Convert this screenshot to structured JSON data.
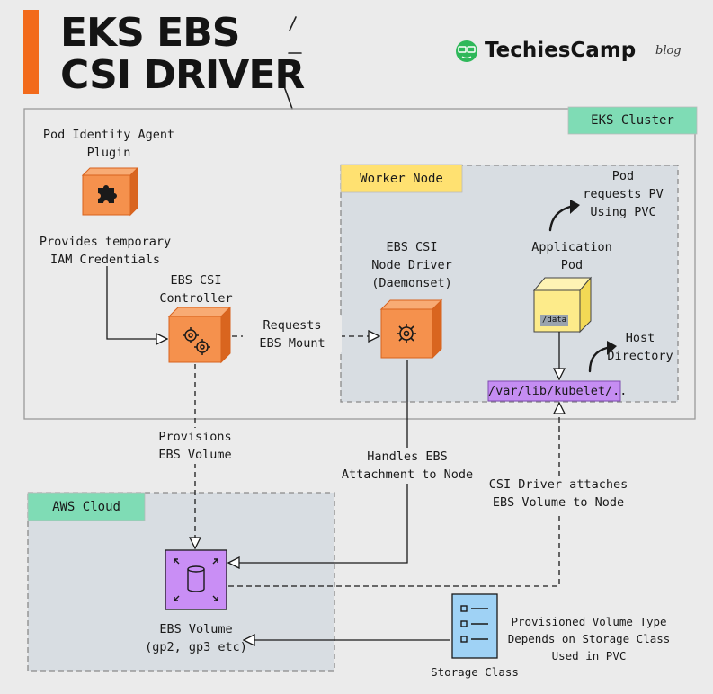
{
  "header": {
    "title_line1": "EKS EBS",
    "title_line2": "CSI DRIVER",
    "brand_name": "TechiesCamp",
    "brand_suffix": "blog",
    "accent_color": "#f26a1b"
  },
  "regions": {
    "eks_cluster": "EKS Cluster",
    "worker_node": "Worker Node",
    "aws_cloud": "AWS Cloud"
  },
  "components": {
    "pod_identity_agent": [
      "Pod Identity Agent",
      "Plugin"
    ],
    "ebs_csi_controller": [
      "EBS CSI",
      "Controller"
    ],
    "ebs_csi_node_driver": [
      "EBS CSI",
      "Node Driver",
      "(Daemonset)"
    ],
    "application_pod": [
      "Application",
      "Pod"
    ],
    "pod_mount": "/data",
    "host_path": "/var/lib/kubelet/..",
    "ebs_volume": [
      "EBS Volume",
      "(gp2, gp3 etc)"
    ],
    "storage_class": "Storage Class"
  },
  "annotations": {
    "provides_credentials": [
      "Provides temporary",
      "IAM Credentials"
    ],
    "requests_mount": [
      "Requests",
      "EBS Mount"
    ],
    "pod_requests_pv": [
      "Pod",
      "requests PV",
      "Using PVC"
    ],
    "host_directory": [
      "Host",
      "Directory"
    ],
    "provisions_volume": [
      "Provisions",
      "EBS Volume"
    ],
    "handles_attachment": [
      "Handles EBS",
      "Attachment to Node"
    ],
    "driver_attaches": [
      "CSI Driver attaches",
      "EBS Volume to Node"
    ],
    "volume_type": [
      "Provisioned Volume Type",
      "Depends on Storage Class",
      "Used in PVC"
    ]
  },
  "colors": {
    "orange_box": "#f5914d",
    "orange_box_dark": "#e0732c",
    "green_tag": "#7fdcb5",
    "yellow_tag": "#ffe171",
    "purple": "#c58df2",
    "violet_box": "#c98ef5",
    "pod_yellow": "#fdeb8a",
    "storage_blue": "#9fd2f5",
    "region_fill": "#d8dde2"
  },
  "icons": [
    "puzzle-icon",
    "gears-icon",
    "gear-icon",
    "storage-cylinder-icon",
    "list-icon",
    "glasses-logo-icon"
  ]
}
